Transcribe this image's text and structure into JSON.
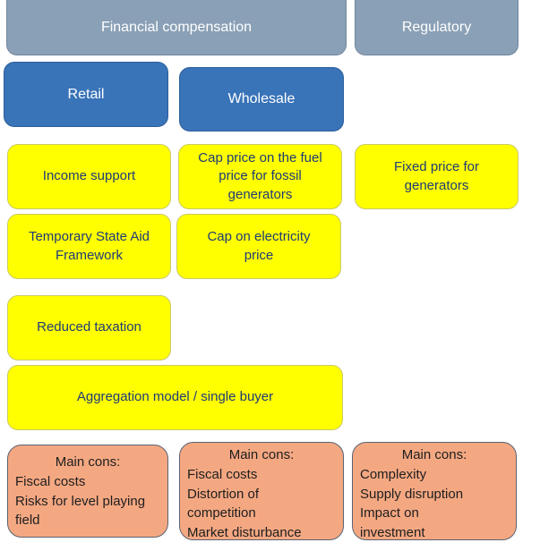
{
  "headers": {
    "financial": "Financial compensation",
    "regulatory": "Regulatory"
  },
  "subheaders": {
    "retail": "Retail",
    "wholesale": "Wholesale"
  },
  "measures": {
    "income_support": "Income support",
    "cap_fuel": "Cap price on the fuel price for fossil generators",
    "fixed_price": "Fixed price for generators",
    "state_aid": "Temporary State Aid Framework",
    "cap_electricity": "Cap on electricity price",
    "reduced_taxation": "Reduced taxation",
    "aggregation": "Aggregation model / single buyer"
  },
  "cons": {
    "retail": {
      "heading": "Main cons:",
      "items": [
        "Fiscal costs",
        "Risks for level playing field"
      ]
    },
    "wholesale": {
      "heading": "Main cons:",
      "items": [
        "Fiscal costs",
        "Distortion of competition",
        "Market disturbance"
      ]
    },
    "regulatory": {
      "heading": "Main cons:",
      "items": [
        "Complexity",
        "Supply disruption",
        "Impact on investment"
      ]
    }
  }
}
